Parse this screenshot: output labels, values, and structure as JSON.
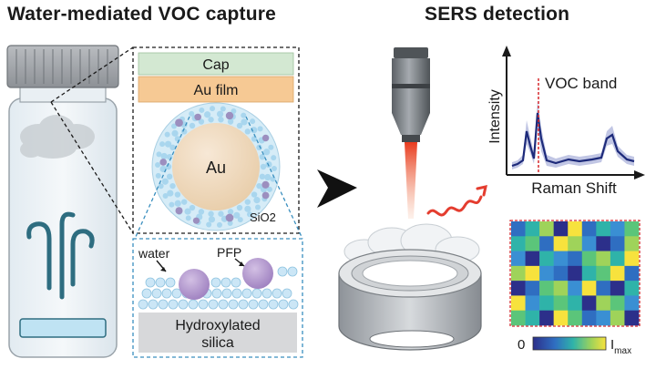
{
  "titles": {
    "left": "Water-mediated VOC capture",
    "right": "SERS detection"
  },
  "layers": {
    "cap": "Cap",
    "film": "Au film",
    "core": "Au",
    "shell": "SiO2"
  },
  "interface": {
    "water": "water",
    "pfp": "PFP",
    "substrate_line1": "Hydroxylated",
    "substrate_line2": "silica"
  },
  "spectrum": {
    "ylabel": "Intensity",
    "xlabel": "Raman Shift",
    "band_label": "VOC band"
  },
  "colorbar": {
    "min_label": "0",
    "max_label": "I",
    "max_subscript": "max"
  },
  "colors": {
    "cap_green": "#d3e8d2",
    "film_orange": "#f6c994",
    "core_beige": "#f1dcc2",
    "shell_blue": "#d6ecf7",
    "particle_purple": "#b59ad0",
    "spectrum_line": "#1d2a7a",
    "spectrum_band": "#9fa7d6",
    "laser_red": "#e83a1e",
    "wave_red": "#e43d2f"
  }
}
